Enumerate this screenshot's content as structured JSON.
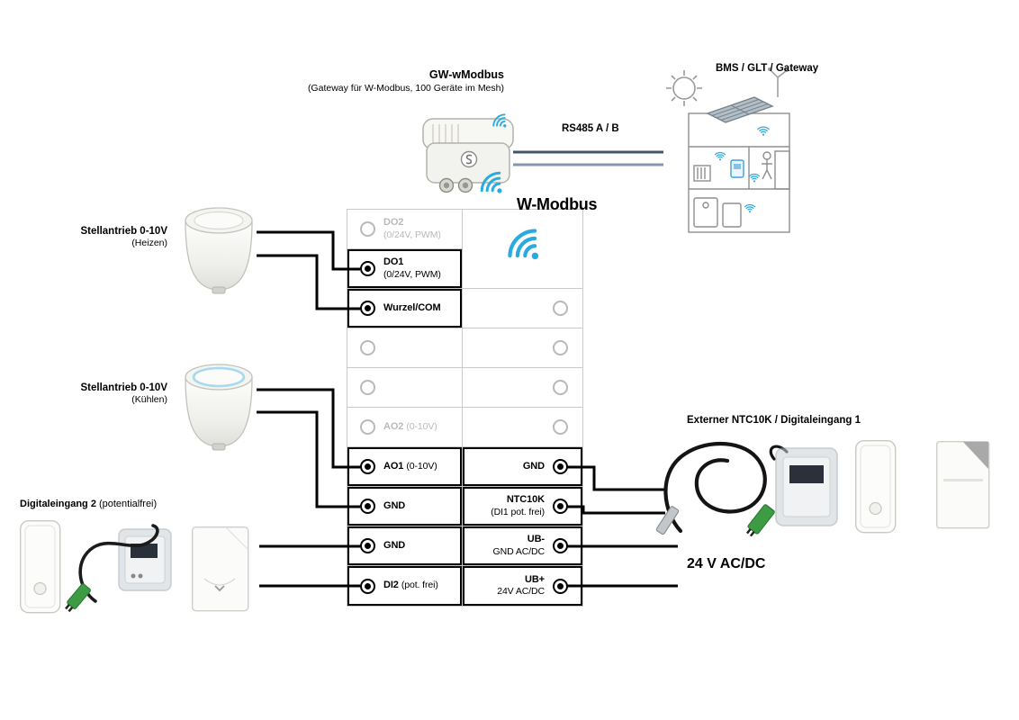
{
  "header": {
    "gateway_name": "GW-wModbus",
    "gateway_subtitle": "(Gateway für W-Modbus, 100 Geräte im Mesh)",
    "bms_label": "BMS / GLT / Gateway",
    "rs485_label": "RS485 A / B",
    "wmodbus_label": "W-Modbus"
  },
  "left": {
    "actuator1_title": "Stellantrieb 0-10V",
    "actuator1_sub": "(Heizen)",
    "actuator2_title": "Stellantrieb 0-10V",
    "actuator2_sub": "(Kühlen)",
    "di2_bold": "Digitaleingang 2",
    "di2_rest": "(potentialfrei)"
  },
  "right": {
    "ntc_label": "Externer NTC10K / Digitaleingang 1",
    "power_label": "24 V AC/DC"
  },
  "terminals": {
    "left": [
      {
        "name": "DO2",
        "detail": "(0/24V, PWM)"
      },
      {
        "name": "DO1",
        "detail": "(0/24V, PWM)"
      },
      {
        "name": "Wurzel/COM",
        "detail": ""
      },
      {
        "name": "",
        "detail": ""
      },
      {
        "name": "",
        "detail": ""
      },
      {
        "name": "AO2",
        "detail": "(0-10V)"
      },
      {
        "name": "AO1",
        "detail": "(0-10V)"
      },
      {
        "name": "GND",
        "detail": ""
      },
      {
        "name": "GND",
        "detail": ""
      },
      {
        "name": "DI2",
        "detail": "(pot. frei)"
      }
    ],
    "right": [
      {
        "name": "GND",
        "detail": ""
      },
      {
        "name": "NTC10K",
        "detail": "(DI1 pot. frei)"
      },
      {
        "name": "UB-",
        "detail": "GND AC/DC"
      },
      {
        "name": "UB+",
        "detail": "24V AC/DC"
      }
    ]
  },
  "icons": {
    "wireless": "wifi-icon",
    "sun": "sun-icon",
    "building": "building-illustration"
  },
  "colors": {
    "wireless_blue": "#29abe2",
    "rs485_line_a": "#44546a",
    "rs485_line_b": "#8496b0",
    "wire_black": "#000000",
    "grid_gray": "#c9c9c9",
    "inactive_gray": "#b9b9b9",
    "connector_green": "#3d9b43"
  }
}
